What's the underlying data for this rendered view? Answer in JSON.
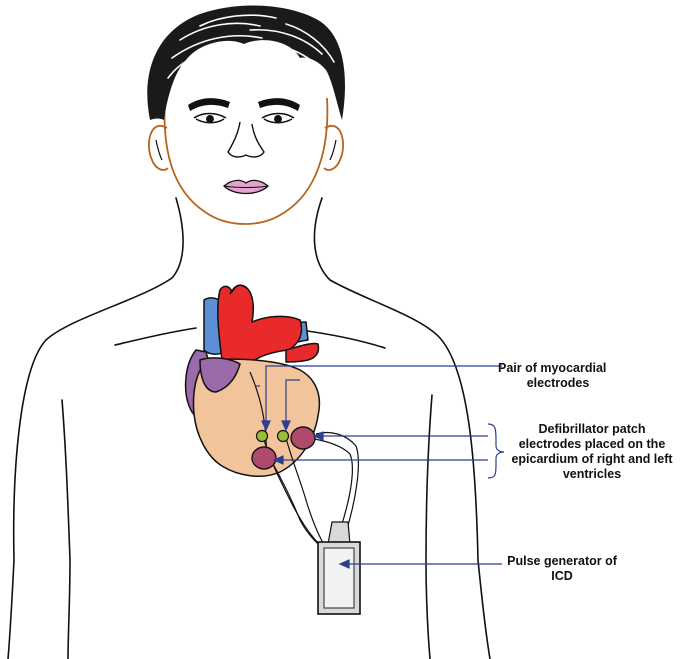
{
  "labels": {
    "myocardial": {
      "line1": "Pair of myocardial",
      "line2": "electrodes"
    },
    "patch": {
      "line1": "Defibrillator patch",
      "line2": "electrodes placed on the",
      "line3": "epicardium of right and left",
      "line4": "ventricles"
    },
    "generator": {
      "line1": "Pulse generator of",
      "line2": "ICD"
    }
  },
  "colors": {
    "outline": "#111111",
    "skin_outline": "#b5651d",
    "lips": "#e3a3cf",
    "heart_body": "#f2c49c",
    "aorta": "#e82a2a",
    "veins": "#5b8fd6",
    "atrium": "#9a6aaa",
    "patch": "#b04a6c",
    "electrode": "#9dbb3a",
    "pointer": "#2b3f8f",
    "generator": "#d9d9d9"
  }
}
